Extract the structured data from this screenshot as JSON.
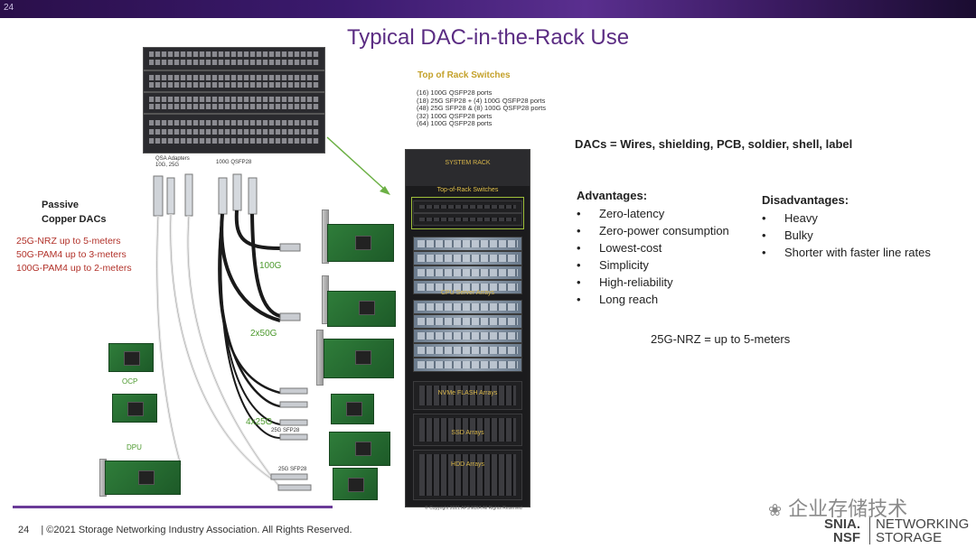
{
  "header": {
    "slide_number_top": "24"
  },
  "title": "Typical DAC-in-the-Rack Use",
  "tor": {
    "title": "Top of Rack Switches",
    "ports": [
      "(16) 100G QSFP28 ports",
      "(18) 25G  SFP28 + (4) 100G QSFP28 ports",
      "(48) 25G SFP28 & (8) 100G QSFP28 ports",
      "(32) 100G QSFP28 ports",
      "(64) 100G QSFP28 ports"
    ]
  },
  "diagram_labels": {
    "qsa": "QSA Adapters\n10G, 25G",
    "qsfp": "100G QSFP28",
    "l100g": "100G",
    "l2x50g": "2x50G",
    "l4x25g": "4x25G",
    "sfp28_a": "25G SFP28",
    "sfp28_b": "25G SFP28",
    "ocp": "OCP",
    "dpu": "DPU"
  },
  "passive": {
    "line1": "Passive",
    "line2": "Copper DACs"
  },
  "reach": [
    "25G-NRZ up to 5-meters",
    "50G-PAM4 up to 3-meters",
    "100G-PAM4 up to 2-meters"
  ],
  "rack": {
    "system": "SYSTEM RACK",
    "tor": "Top-of-Rack Switches",
    "cpu": "CPU Server Arrays",
    "nvme": "NVMe FLASH Arrays",
    "ssd": "SSD Arrays",
    "hdd": "HDD Arrays",
    "copyright": "© Copyright 2021 AFS EDIA All Rights Reserved"
  },
  "dacs": "DACs = Wires, shielding, PCB, soldier, shell, label",
  "advantages": {
    "heading": "Advantages:",
    "items": [
      "Zero-latency",
      "Zero-power consumption",
      "Lowest-cost",
      "Simplicity",
      "High-reliability",
      "Long reach"
    ]
  },
  "disadvantages": {
    "heading": "Disadvantages:",
    "items": [
      "Heavy",
      "Bulky",
      "Shorter with faster line rates"
    ]
  },
  "nrz_note": "25G-NRZ = up to 5-meters",
  "footer": {
    "page": "24",
    "text": "| ©2021 Storage Networking Industry Association. All Rights Reserved."
  },
  "watermark": "企业存储技术",
  "logo": {
    "snia": "SNIA.",
    "nsf": "NSF",
    "net": "NETWORKING",
    "storage": "STORAGE"
  },
  "colors": {
    "title": "#5b2c83",
    "reach_red": "#b2322a",
    "tor_gold": "#c4a12a",
    "label_green": "#4d9a2e",
    "footer_purple": "#6a3b98"
  }
}
